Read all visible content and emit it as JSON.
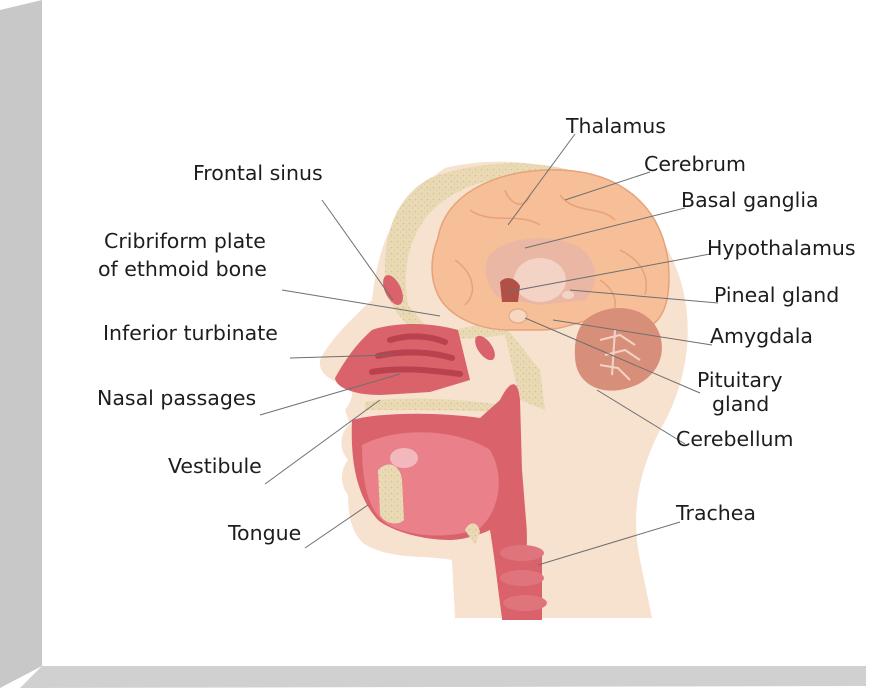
{
  "labels": {
    "thalamus": "Thalamus",
    "cerebrum": "Cerebrum",
    "basal_ganglia": "Basal ganglia",
    "hypothalamus": "Hypothalamus",
    "pineal_gland": "Pineal gland",
    "amygdala": "Amygdala",
    "pituitary_gland_line1": "Pituitary",
    "pituitary_gland_line2": "gland",
    "cerebellum": "Cerebellum",
    "trachea": "Trachea",
    "frontal_sinus": "Frontal sinus",
    "cribriform_line1": "Cribriform plate",
    "cribriform_line2": "of ethmoid bone",
    "inferior_turbinate": "Inferior turbinate",
    "nasal_passages": "Nasal passages",
    "vestibule": "Vestibule",
    "tongue": "Tongue"
  },
  "colors": {
    "canvas_edge": "#c8c8c8",
    "skin": "#f7e1cf",
    "skull_bone": "#ead9b5",
    "brain": "#f7bf98",
    "brain_inner": "#e9aa98",
    "cerebellum": "#d88f79",
    "airway": "#d9626b",
    "airway_dark": "#b8434f",
    "trachea_rings": "#e0747d"
  }
}
